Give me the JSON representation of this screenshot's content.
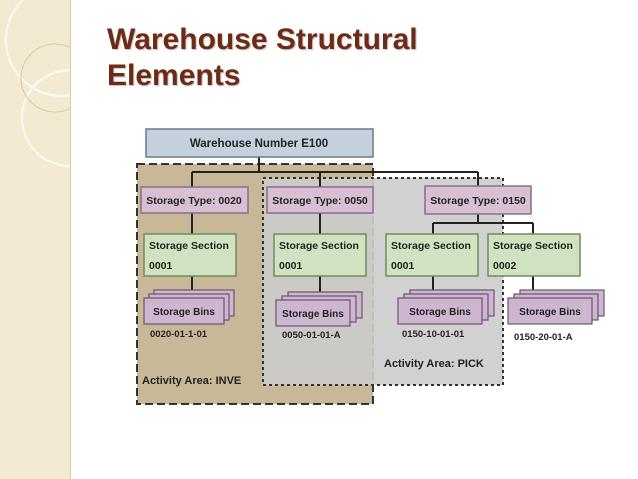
{
  "slide": {
    "title_line1": "Warehouse Structural",
    "title_line2": "Elements"
  },
  "colors": {
    "title": "#6e2a16",
    "strip": "#f3ead2",
    "warehouse_box": "#c4d0dc",
    "storage_type_box": "#d8bfd4",
    "section_box": "#cfe3c1",
    "bin_box": "#cdb6cf",
    "area_inve": "#c9b897",
    "area_pick": "#cccccc"
  },
  "diagram": {
    "warehouse": "Warehouse Number E100",
    "storage_types": [
      {
        "label": "Storage Type: 0020"
      },
      {
        "label": "Storage Type: 0050"
      },
      {
        "label": "Storage Type: 0150"
      }
    ],
    "sections": [
      {
        "title": "Storage Section",
        "code": "0001"
      },
      {
        "title": "Storage Section",
        "code": "0001"
      },
      {
        "title": "Storage Section",
        "code": "0001"
      },
      {
        "title": "Storage Section",
        "code": "0002"
      }
    ],
    "bins": [
      {
        "label": "Storage Bins",
        "code": "0020-01-1-01"
      },
      {
        "label": "Storage Bins",
        "code": "0050-01-01-A"
      },
      {
        "label": "Storage Bins",
        "code": "0150-10-01-01"
      },
      {
        "label": "Storage Bins",
        "code": "0150-20-01-A"
      }
    ],
    "activity_areas": [
      {
        "label": "Activity Area: INVE"
      },
      {
        "label": "Activity Area: PICK"
      }
    ]
  }
}
